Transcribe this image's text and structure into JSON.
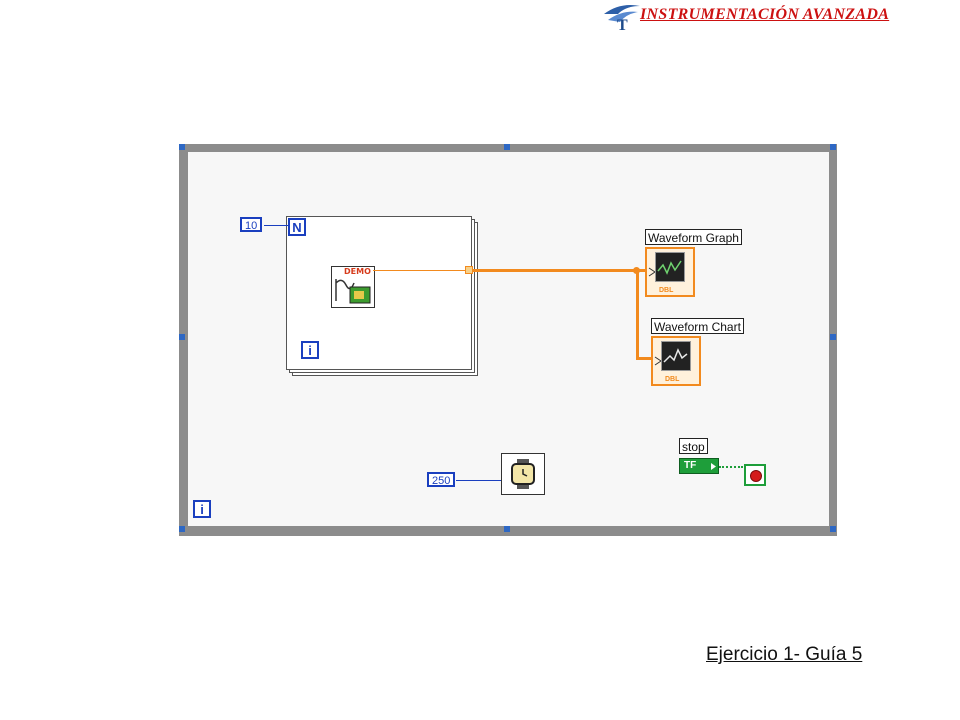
{
  "header": {
    "title": "INSTRUMENTACIÓN AVANZADA"
  },
  "diagram": {
    "for_loop_count": "10",
    "for_loop_n_label": "N",
    "iteration_label": "i",
    "subvi_label": "DEMO",
    "waveform_graph_label": "Waveform Graph",
    "waveform_chart_label": "Waveform Chart",
    "indicator_type": "DBL",
    "wait_ms": "250",
    "stop_label": "stop",
    "stop_control_text": "TF"
  },
  "footer": {
    "caption": "Ejercicio 1- Guía 5"
  },
  "colors": {
    "wire_orange": "#f28a1e",
    "wire_blue": "#1a3fbf",
    "stop_green": "#1e9e3a",
    "stop_red": "#d41b1b",
    "loop_border": "#8c8c8c"
  }
}
